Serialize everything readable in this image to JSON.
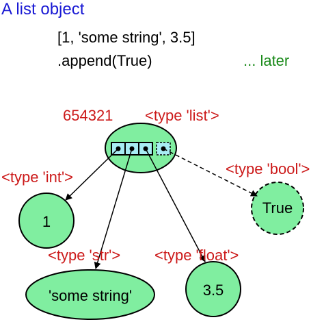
{
  "title": "A list object",
  "code": {
    "line1": "[1, 'some string', 3.5]",
    "line2": ".append(True)",
    "later": "... later"
  },
  "list_node": {
    "id_label": "654321",
    "type_label": "<type 'list'>",
    "slots": 4
  },
  "nodes": {
    "int": {
      "type_label": "<type 'int'>",
      "value": "1"
    },
    "bool": {
      "type_label": "<type 'bool'>",
      "value": "True"
    },
    "str": {
      "type_label": "<type 'str'>",
      "value": "'some string'"
    },
    "float": {
      "type_label": "<type 'float'>",
      "value": "3.5"
    }
  },
  "colors": {
    "title": "#1a1ad4",
    "type_labels": "#cc1a1a",
    "later": "#1a8a1a",
    "node_fill": "#80eea0",
    "slot_fill": "#a8ecf4"
  }
}
